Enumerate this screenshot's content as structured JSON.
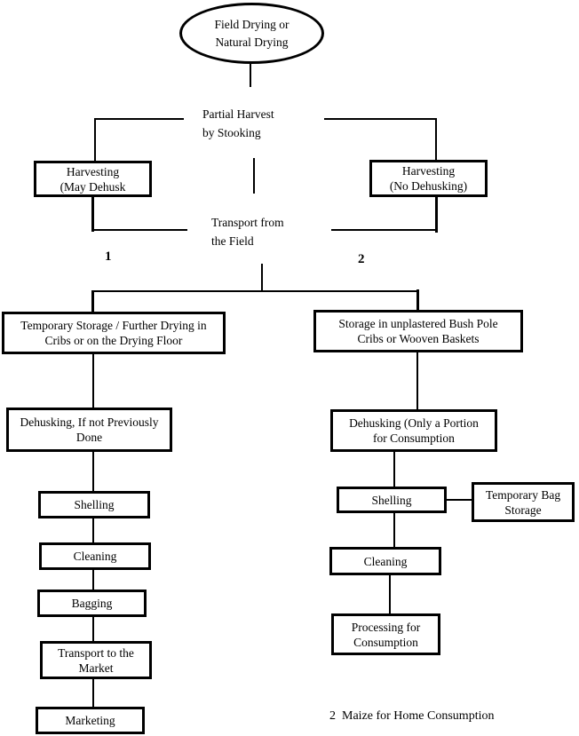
{
  "diagram": {
    "background_color": "#ffffff",
    "line_color": "#000000",
    "start_node": {
      "label": "Field Drying or\nNatural Drying"
    },
    "stage_labels": {
      "partial_harvest": "Partial Harvest\nby Stooking",
      "transport_from_field": "Transport from\nthe Field"
    },
    "branch_markers": {
      "left": "1",
      "right": "2"
    },
    "harvest_nodes": {
      "left": {
        "label": "Harvesting\n(May Dehusk"
      },
      "right": {
        "label": "Harvesting\n(No Dehusking)"
      }
    },
    "left_branch": {
      "temporary_storage": {
        "label": "Temporary Storage / Further Drying in\nCribs or on the Drying Floor"
      },
      "dehusking": {
        "label": "Dehusking, If not Previously\nDone"
      },
      "shelling": {
        "label": "Shelling"
      },
      "cleaning": {
        "label": "Cleaning"
      },
      "bagging": {
        "label": "Bagging"
      },
      "transport_to_market": {
        "label": "Transport to the\nMarket"
      },
      "marketing": {
        "label": "Marketing"
      }
    },
    "right_branch": {
      "storage": {
        "label": "Storage in unplastered Bush Pole\nCribs or Wooven Baskets"
      },
      "dehusking": {
        "label": "Dehusking (Only a Portion\nfor Consumption"
      },
      "shelling": {
        "label": "Shelling"
      },
      "temporary_bag_storage": {
        "label": "Temporary Bag\nStorage"
      },
      "cleaning": {
        "label": "Cleaning"
      },
      "processing": {
        "label": "Processing for\nConsumption"
      }
    },
    "footnote": "2  Maize for Home Consumption"
  }
}
